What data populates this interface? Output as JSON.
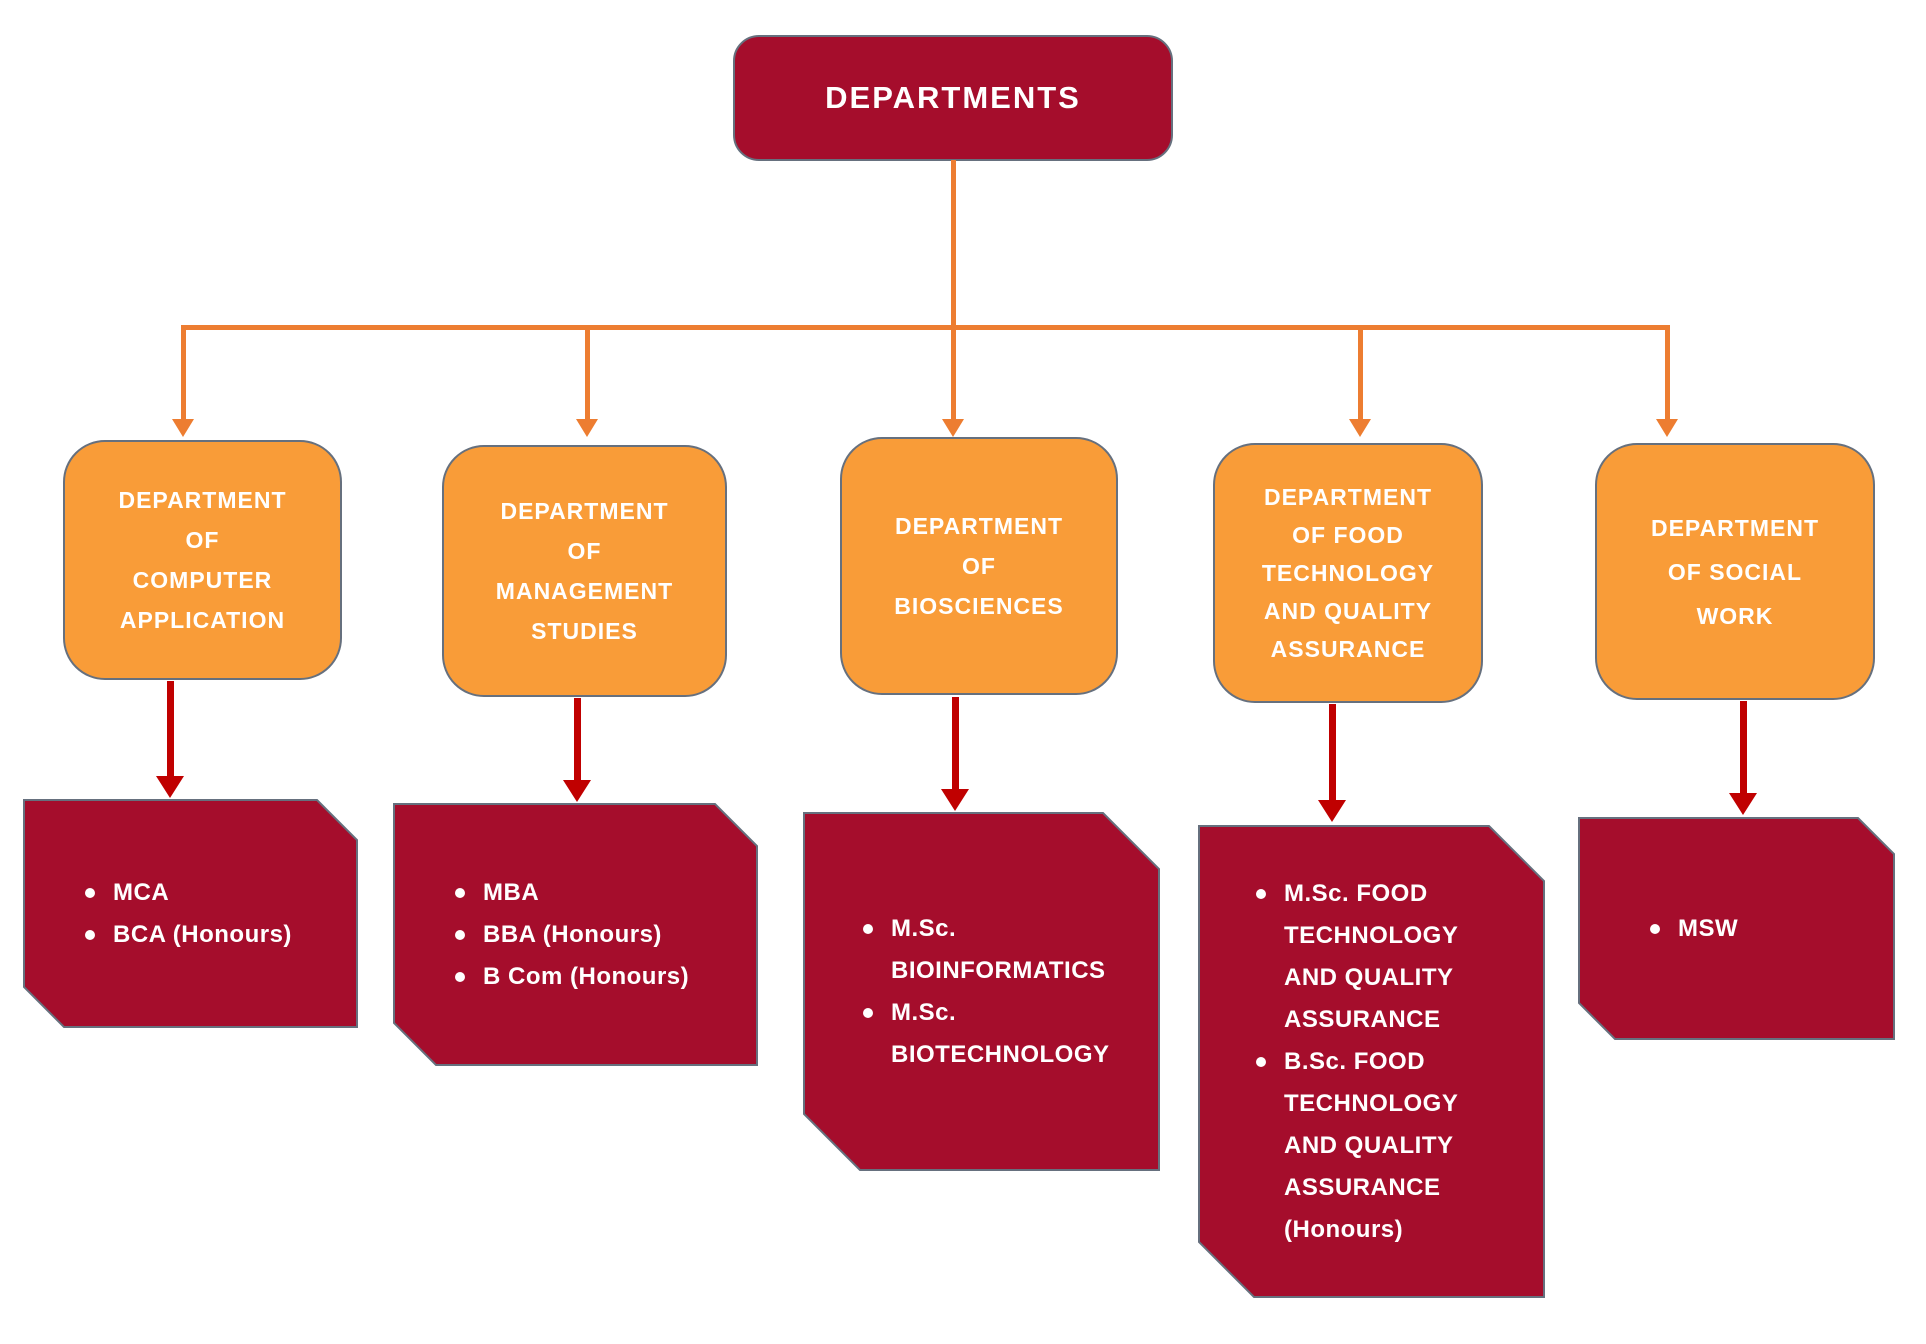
{
  "page_title": "DEPARTMENTS",
  "colors": {
    "node_dark_red": "#A50D2C",
    "node_orange": "#F99C38",
    "connector_orange": "#ED7D31",
    "connector_red": "#C00000",
    "outline": "#66707E",
    "text": "#FFFFFF"
  },
  "root": {
    "label": "DEPARTMENTS"
  },
  "departments": [
    {
      "title": "DEPARTMENT\nOF\nCOMPUTER\nAPPLICATION",
      "programs": [
        "MCA",
        "BCA (Honours)"
      ]
    },
    {
      "title": "DEPARTMENT\nOF\nMANAGEMENT\nSTUDIES",
      "programs": [
        "MBA",
        "BBA (Honours)",
        "B Com (Honours)"
      ]
    },
    {
      "title": "DEPARTMENT\nOF\nBIOSCIENCES",
      "programs": [
        "M.Sc.\nBIOINFORMATICS",
        "M.Sc.\nBIOTECHNOLOGY"
      ]
    },
    {
      "title": "DEPARTMENT\nOF FOOD\nTECHNOLOGY\nAND QUALITY\nASSURANCE",
      "programs": [
        "M.Sc. FOOD\nTECHNOLOGY\nAND QUALITY\nASSURANCE",
        "B.Sc.  FOOD\nTECHNOLOGY\nAND QUALITY\nASSURANCE\n(Honours)"
      ]
    },
    {
      "title": "DEPARTMENT\nOF SOCIAL\nWORK",
      "programs": [
        "MSW"
      ]
    }
  ]
}
